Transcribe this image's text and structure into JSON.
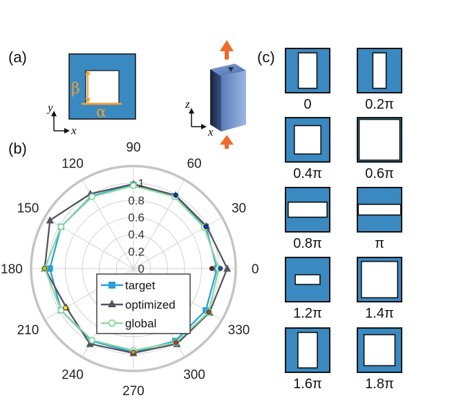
{
  "panels": {
    "a": "(a)",
    "b": "(b)",
    "c": "(c)"
  },
  "unit_cell": {
    "beta": "β",
    "alpha": "α",
    "axis_y": "y",
    "axis_x": "x",
    "axis_z": "z",
    "colors": {
      "fill": "#3a89c1",
      "dim": "#f0a032",
      "arrow": "#f06a2a",
      "pillar_dark": "#1d2e4e",
      "pillar_light": "#7d9ed4"
    }
  },
  "chart_data": {
    "type": "polar",
    "angles_deg": [
      0,
      30,
      60,
      90,
      120,
      150,
      180,
      210,
      240,
      270,
      300,
      330
    ],
    "angle_labels": [
      "0",
      "30",
      "60",
      "90",
      "120",
      "150",
      "180",
      "210",
      "240",
      "270",
      "300",
      "330"
    ],
    "radial_ticks": [
      0,
      0.2,
      0.4,
      0.6,
      0.8,
      1
    ],
    "radial_tick_labels": [
      "0",
      "0.2",
      "0.4",
      "0.6",
      "0.8",
      "1"
    ],
    "rlim": [
      0,
      1.2
    ],
    "grid": true,
    "legend_position": "center",
    "series": [
      {
        "name": "target",
        "color": "#2a9fd8",
        "marker": "square",
        "values": [
          0.98,
          0.98,
          0.98,
          0.98,
          0.98,
          0.98,
          0.98,
          0.98,
          0.98,
          0.98,
          0.98,
          0.98
        ]
      },
      {
        "name": "optimized",
        "color": "#52545e",
        "marker": "triangle",
        "values": [
          1.1,
          0.99,
          0.99,
          0.99,
          1.01,
          1.13,
          1.04,
          0.91,
          1.02,
          0.99,
          1.02,
          1.03
        ]
      },
      {
        "name": "global",
        "color": "#8ed8a2",
        "marker": "circle",
        "values": [
          1.0,
          0.96,
          0.97,
          0.97,
          0.97,
          0.98,
          1.04,
          0.98,
          0.97,
          0.96,
          1.0,
          1.02
        ]
      }
    ],
    "overlay_markers": [
      {
        "angle": 0,
        "r": 0.92,
        "color": "#7a2020"
      },
      {
        "angle": 0,
        "r": 1.02,
        "color": "#2a4fb0"
      },
      {
        "angle": 30,
        "r": 0.98,
        "color": "#1a2fb0"
      },
      {
        "angle": 60,
        "r": 0.99,
        "color": "#1a2fb0"
      },
      {
        "angle": 180,
        "r": 1.04,
        "color": "#c8c820"
      },
      {
        "angle": 210,
        "r": 0.92,
        "color": "#f0e030"
      },
      {
        "angle": 270,
        "r": 0.98,
        "color": "#e08820"
      },
      {
        "angle": 300,
        "r": 1.0,
        "color": "#c04020"
      },
      {
        "angle": 330,
        "r": 1.02,
        "color": "#a05020"
      }
    ]
  },
  "phase_library": {
    "fill": "#3a89c1",
    "items": [
      {
        "label": "0",
        "aperture_w": 0.42,
        "aperture_h": 0.8
      },
      {
        "label": "0.2π",
        "aperture_w": 0.3,
        "aperture_h": 0.8
      },
      {
        "label": "0.4π",
        "aperture_w": 0.6,
        "aperture_h": 0.64
      },
      {
        "label": "0.6π",
        "aperture_w": 0.92,
        "aperture_h": 0.92
      },
      {
        "label": "0.8π",
        "aperture_w": 0.88,
        "aperture_h": 0.34
      },
      {
        "label": "π",
        "aperture_w": 0.96,
        "aperture_h": 0.24
      },
      {
        "label": "1.2π",
        "aperture_w": 0.56,
        "aperture_h": 0.22
      },
      {
        "label": "1.4π",
        "aperture_w": 0.82,
        "aperture_h": 0.82
      },
      {
        "label": "1.6π",
        "aperture_w": 0.44,
        "aperture_h": 0.8
      },
      {
        "label": "1.8π",
        "aperture_w": 0.7,
        "aperture_h": 0.7
      }
    ]
  }
}
